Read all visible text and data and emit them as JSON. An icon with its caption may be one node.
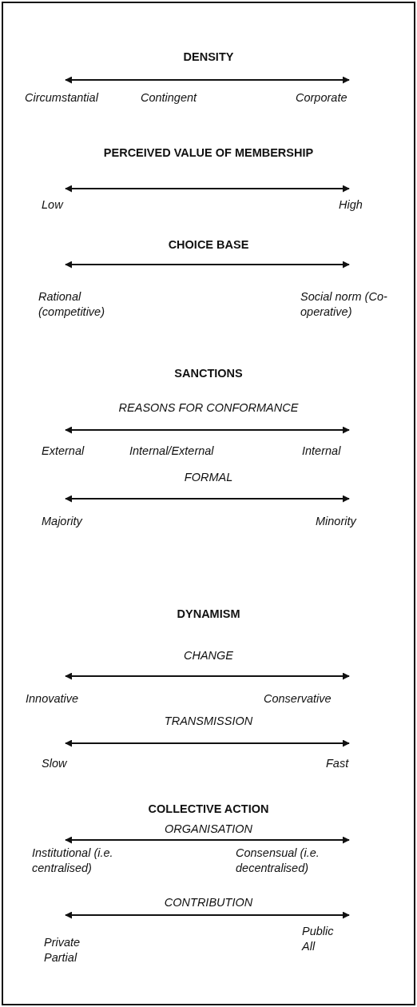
{
  "diagram": {
    "labels": [
      "DENSITY",
      "Circumstantial",
      "Contingent",
      "Corporate",
      "PERCEIVED VALUE OF MEMBERSHIP",
      "Low",
      "High",
      "CHOICE BASE",
      "Rational (competitive)",
      "Social norm (Co-operative)",
      "SANCTIONS",
      "REASONS FOR CONFORMANCE",
      "External",
      "Internal/External",
      "Internal",
      "FORMAL",
      "Majority",
      "Minority",
      "DYNAMISM",
      "CHANGE",
      "Innovative",
      "Conservative",
      "TRANSMISSION",
      "Slow",
      "Fast",
      "COLLECTIVE ACTION",
      "ORGANISATION",
      "Institutional (i.e. centralised)",
      "Consensual (i.e. decentralised)",
      "CONTRIBUTION",
      "Private Partial",
      "Public All"
    ]
  }
}
